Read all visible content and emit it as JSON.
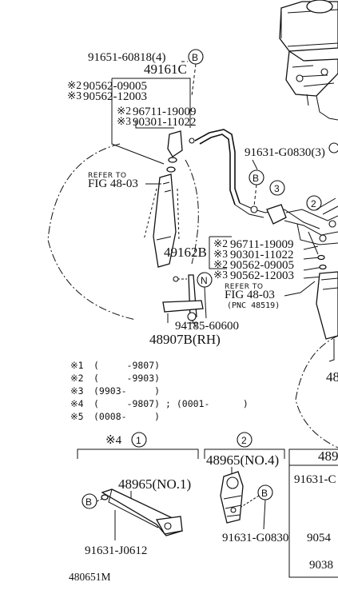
{
  "labels": {
    "bolt_top": "91651-60818(4)",
    "bracket_49161C": "49161C",
    "washer_a": "90562-09005",
    "washer_b": "90562-12003",
    "mark_2": "※2",
    "mark_3": "※3",
    "mark_4": "※4",
    "clip_a": "96711-19009",
    "clip_b": "90301-11022",
    "clamp_g0830": "91631-G0830(3)",
    "refer_to": "REFER TO",
    "fig_ref": "FIG 48-03",
    "pnc_ref": "(PNC 48519)",
    "bracket_49162B": "49162B",
    "clip_c": "96711-19009",
    "clip_d": "90301-11022",
    "washer_c": "90562-09005",
    "washer_d": "90562-12003",
    "link_94185": "94185-60600",
    "link_48907B": "48907B(RH)",
    "partial_48": "48",
    "stab_no1": "48965(NO.1)",
    "stab_no4": "48965(NO.4)",
    "partial_489": "489",
    "partial_91631c": "91631-C",
    "clamp_j0612": "91631-J0612",
    "clamp_g0830_b": "91631-G0830",
    "partial_9054": "9054",
    "partial_9038": "9038",
    "drawing_no": "480651M"
  },
  "callouts": {
    "B": "B",
    "N": "N",
    "c1": "1",
    "c2": "2",
    "c3": "3"
  },
  "notes": [
    {
      "mark": "※1",
      "text": "(     -9807)"
    },
    {
      "mark": "※2",
      "text": "(     -9903)"
    },
    {
      "mark": "※3",
      "text": "(9903-     )"
    },
    {
      "mark": "※4",
      "text": "(     -9807) ; (0001-      )"
    },
    {
      "mark": "※5",
      "text": "(0008-     )"
    }
  ]
}
